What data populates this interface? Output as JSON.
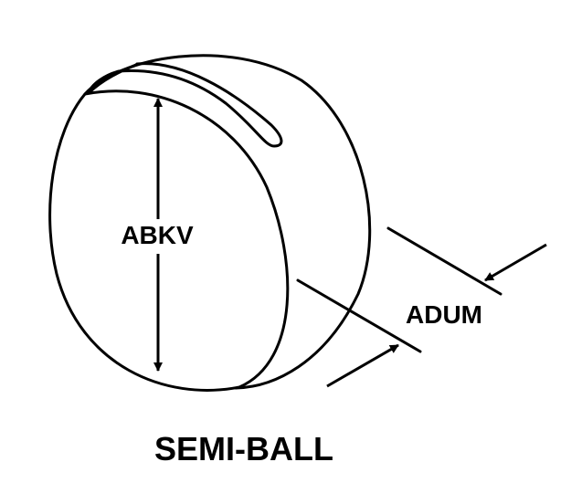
{
  "labels": {
    "diameter": "ABKV",
    "depth": "ADUM",
    "title": "SEMI-BALL"
  },
  "colors": {
    "line": "#000000",
    "background": "#ffffff"
  }
}
